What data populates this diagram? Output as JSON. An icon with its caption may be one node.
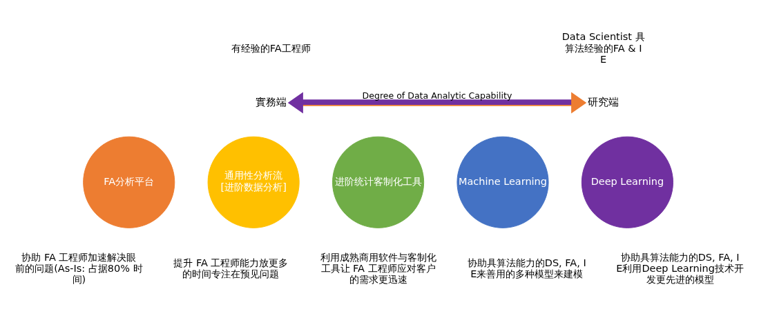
{
  "diagram": {
    "nodes": [
      {
        "text": [
          "實務端"
        ]
      },
      {
        "text": [
          "研究端"
        ]
      },
      {
        "text": [
          "FA分析平台"
        ],
        "beside": [
          "协助 FA 工程师加速解决眼前的问题(As-Is: 占据80% 时间)"
        ]
      },
      {
        "text": [
          "通用性分析流",
          "[进阶数据分析]"
        ],
        "beside": [
          "提升 FA 工程师能力放更多的时间专注在预见问题"
        ]
      },
      {
        "text": [
          "进阶统计客制化工具"
        ],
        "beside": [
          "利用成熟商用软件与客制化工具让 FA 工程师应对客户的需求更迅速"
        ]
      },
      {
        "text": [
          "Machine Learning"
        ],
        "beside": [
          "协助具算法能力的DS, FA, IE来善用的多种模型来建模"
        ]
      },
      {
        "text": [
          "Deep Learning"
        ],
        "beside": [
          "协助具算法能力的DS, FA, IE利用Deep Learning技术开发更先进的模型"
        ]
      }
    ],
    "edges": [
      {
        "from": 0,
        "to": 1,
        "arrow": "both",
        "label": "Degree of Data Analytic Capability"
      }
    ],
    "labels": [
      "有经验的FA工程师",
      "Data Scientist 具算法经验的FA & IE"
    ]
  }
}
